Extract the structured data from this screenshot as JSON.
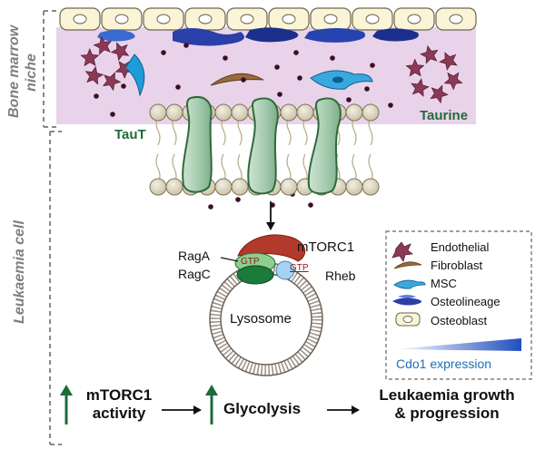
{
  "niche_label": "Bone marrow niche",
  "niche_label_lines": [
    "Bone marrow",
    "niche"
  ],
  "cell_label": "Leukaemia cell",
  "taurine": "Taurine",
  "taut": "TauT",
  "raga": "RagA",
  "ragc": "RagC",
  "gtp1": "GTP",
  "gtp2": "GTP",
  "mtorc1": "mTORC1",
  "rheb": "Rheb",
  "lysosome": "Lysosome",
  "legend": {
    "items": [
      {
        "label": "Endothelial",
        "icon": "endothelial-icon"
      },
      {
        "label": "Fibroblast",
        "icon": "fibroblast-icon"
      },
      {
        "label": "MSC",
        "icon": "msc-icon"
      },
      {
        "label": "Osteolineage",
        "icon": "osteolineage-icon"
      },
      {
        "label": "Osteoblast",
        "icon": "osteoblast-icon"
      }
    ],
    "gradient_label": "Cdo1 expression"
  },
  "bottom": {
    "mtorc1_line1": "mTORC1",
    "mtorc1_line2": "activity",
    "glycolysis": "Glycolysis",
    "growth_line1": "Leukaemia growth",
    "growth_line2": "& progression"
  },
  "colors": {
    "niche_bg": "#e9d3ea",
    "endothelial": "#8b3a55",
    "msc": "#1f9cd8",
    "osteolineage": "#203a9b",
    "osteoblast_fill": "#fbf4d6",
    "transporter": "#9cc3a6",
    "mtorc1": "#b23a2a",
    "raga": "#8ccf8f",
    "ragc": "#1c7a3a",
    "rheb": "#a7d3f2",
    "taurine_text": "#1e6b3a",
    "legend_gradient": "#1f4fbf",
    "cdo1_text": "#1f6fb5"
  }
}
